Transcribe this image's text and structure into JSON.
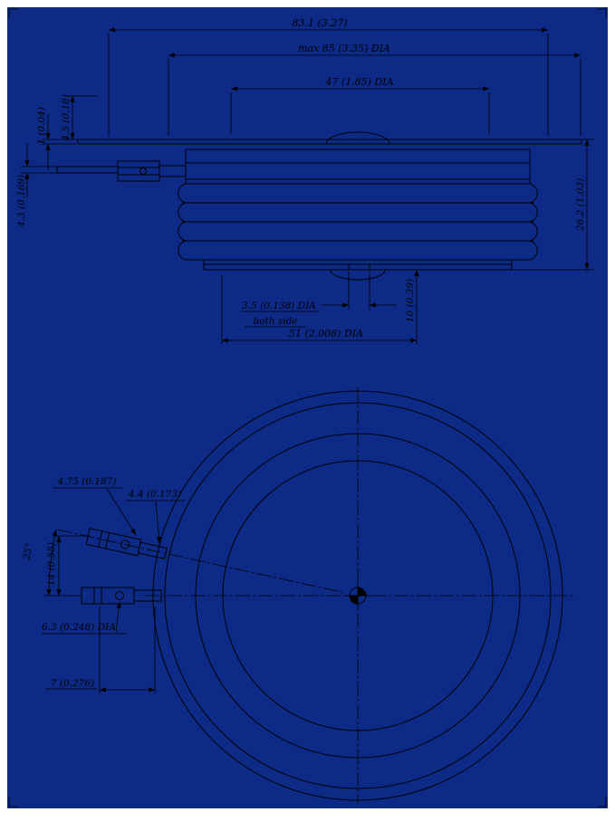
{
  "sheet": {
    "background_color": "#0d2b86",
    "line_color": "#000000"
  },
  "side_view": {
    "dims": {
      "overall_width": "83.1 (3.27)",
      "max_diameter": "max 85 (3.35) DIA",
      "upper_pole_diameter": "47 (1.85) DIA",
      "plate_offset": "4.5 (0.18)",
      "plate_thickness": "1 (0.04)",
      "lead_thickness": "4.3 (0.169)",
      "overall_height": "26.2 (1.03)",
      "gate_hole_diameter": "3.5 (0.138) DIA",
      "gate_hole_note": "both side",
      "recess_depth": "10 (0.39)",
      "lower_pole_diameter": "51 (2.008) DIA"
    }
  },
  "plan_view": {
    "dims": {
      "tab_width": "4.75 (0.187)",
      "tab_gap": "4.4 (0.173)",
      "lead_angle": "25°",
      "lead_offset": "14 (0.55)",
      "hole_diameter": "6.3 (0.248) DIA",
      "lead_stub_length": "7 (0.276)"
    }
  }
}
